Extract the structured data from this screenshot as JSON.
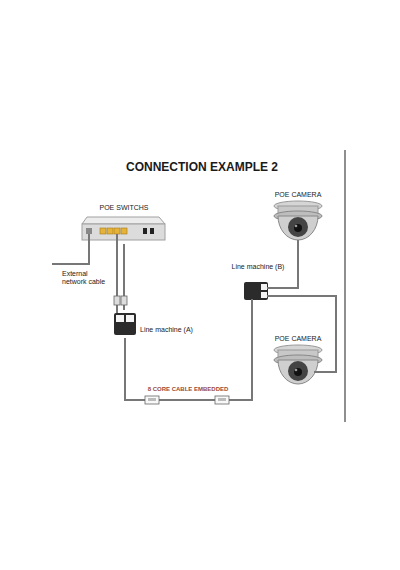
{
  "diagram": {
    "title": "CONNECTION EXAMPLE 2",
    "nodes": [
      {
        "text": [
          "POE SWITCHS"
        ]
      },
      {
        "text": [
          "Line machine (A)"
        ]
      },
      {
        "text": [
          "Line machine (B)"
        ]
      },
      {
        "text": [
          "POE CAMERA"
        ]
      },
      {
        "text": [
          "POE CAMERA"
        ]
      }
    ],
    "edges": [
      {
        "from": 0,
        "to": 1,
        "arrow": "none"
      },
      {
        "from": 1,
        "to": 2,
        "label": "8 CORE CABLE EMBEDDED",
        "arrow": "none"
      },
      {
        "from": 2,
        "to": 3,
        "arrow": "none"
      },
      {
        "from": 2,
        "to": 4,
        "arrow": "none"
      }
    ],
    "labels": [
      "External network cable"
    ]
  }
}
